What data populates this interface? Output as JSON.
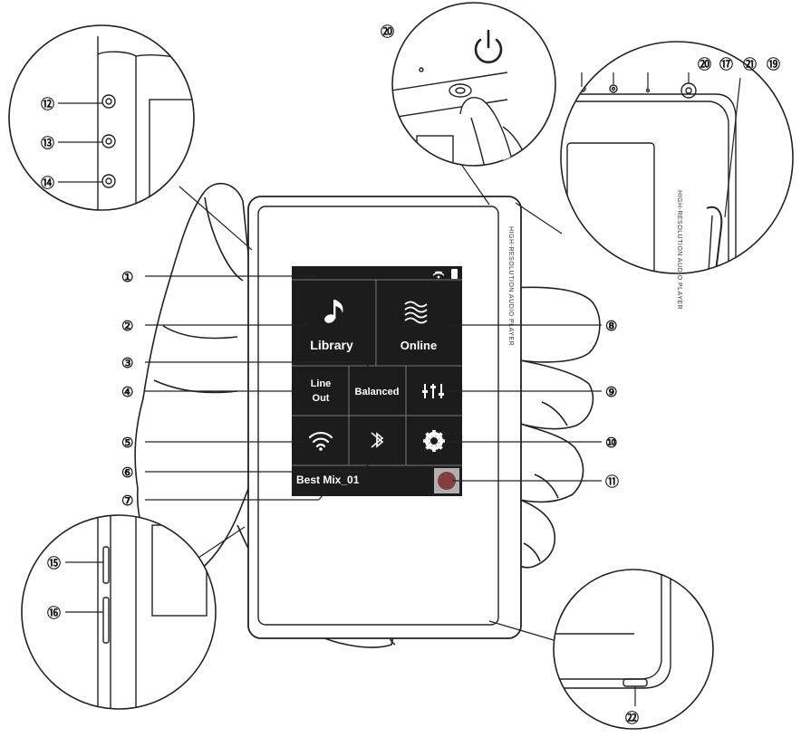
{
  "device": {
    "side_label": "HIGH-RESOLUTION AUDIO PLAYER",
    "power_symbol": "power-icon"
  },
  "screen": {
    "tiles": {
      "library": {
        "label": "Library",
        "icon": "music-note-icon"
      },
      "online": {
        "label": "Online",
        "icon": "waves-icon"
      },
      "line_out": {
        "label_line1": "Line",
        "label_line2": "Out"
      },
      "balanced": {
        "label": "Balanced"
      },
      "equalizer": {
        "icon": "equalizer-icon"
      },
      "wifi": {
        "icon": "wifi-icon"
      },
      "bluetooth": {
        "icon": "bluetooth-icon"
      },
      "settings": {
        "icon": "gear-icon"
      }
    },
    "now_playing": {
      "title": "Best Mix_01"
    }
  },
  "callouts": [
    "①",
    "②",
    "③",
    "④",
    "⑤",
    "⑥",
    "⑦",
    "⑧",
    "⑨",
    "⑩",
    "⑪",
    "⑫",
    "⑬",
    "⑭",
    "⑮",
    "⑯",
    "⑰",
    "⑲",
    "⑳",
    "⑳",
    "㉑",
    "㉒"
  ],
  "colors": {
    "screen": "#1c1c1c",
    "line": "#222222",
    "tile_border": "#6a6a6a"
  }
}
